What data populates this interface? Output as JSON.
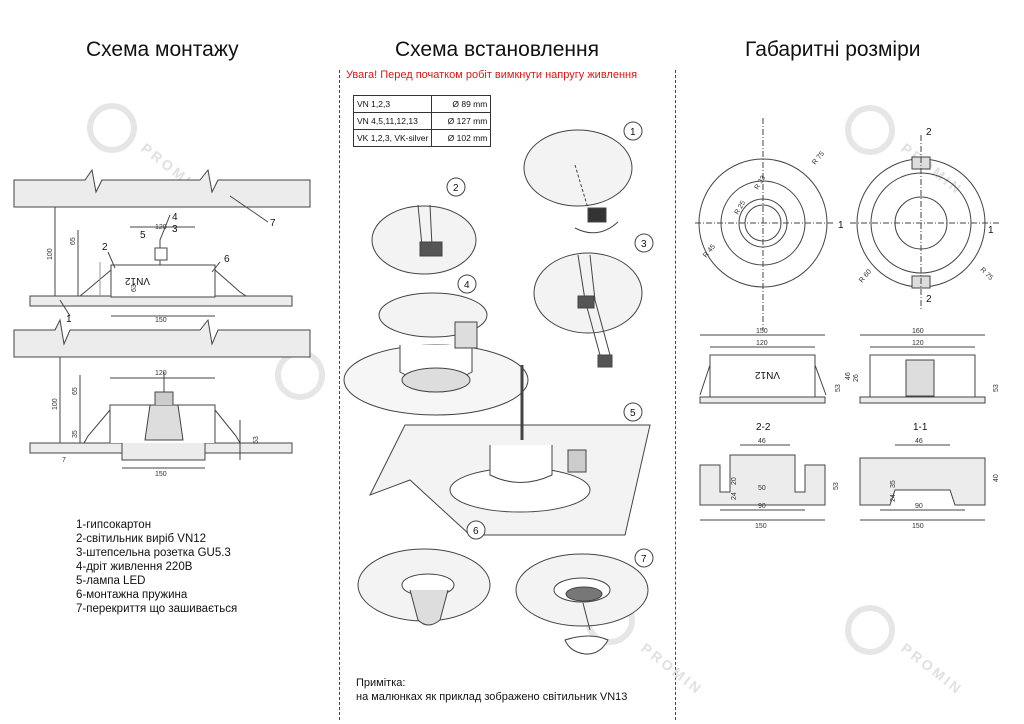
{
  "titles": {
    "mounting": "Схема монтажу",
    "installation": "Схема встановлення",
    "dimensions": "Габаритні розміри"
  },
  "warning": "Увага! Перед початком робіт вимкнути напругу живлення",
  "size_table": [
    {
      "model": "VN 1,2,3",
      "diameter": "Ø  89 mm"
    },
    {
      "model": "VN 4,5,11,12,13",
      "diameter": "Ø  127 mm"
    },
    {
      "model": "VK 1,2,3, VK-silver",
      "diameter": "Ø  102 mm"
    }
  ],
  "legend": [
    "1-гипсокартон",
    "2-світильник виріб VN12",
    "3-штепсельна розетка GU5.3",
    "4-дріт живлення 220В",
    "5-лампа LED",
    "6-монтажна пружина",
    "7-перекриття що зашивається"
  ],
  "note": {
    "heading": "Примітка:",
    "text": "на малюнках як приклад зображено світильник VN13"
  },
  "mounting_labels": {
    "n1": "1",
    "n2": "2",
    "n3": "3",
    "n4": "4",
    "n5": "5",
    "n6": "6",
    "n7": "7",
    "product": "VN12"
  },
  "mounting_dims": {
    "d100": "100",
    "d65": "65",
    "d120": "120",
    "d150": "150",
    "d63": "63",
    "d35": "35",
    "d53": "53",
    "d7": "7"
  },
  "steps": [
    "1",
    "2",
    "3",
    "4",
    "5",
    "6",
    "7"
  ],
  "dim_labels": {
    "r75": "R 75",
    "r45": "R 45",
    "r33": "R 33",
    "r25": "R 25",
    "r60": "R 60",
    "n1": "1",
    "n2": "2",
    "d160": "160",
    "d150": "150",
    "d120": "120",
    "d46": "46",
    "d53": "53",
    "d26": "26",
    "d20": "20",
    "d50": "50",
    "d90": "90",
    "d24": "24",
    "d35": "35",
    "d40": "40",
    "s22": "2-2",
    "s11": "1-1",
    "product": "VN12"
  },
  "watermark": "PROMIN",
  "colors": {
    "warning": "#d21a1a",
    "line": "#444444",
    "wall": "#e8e8e8"
  }
}
